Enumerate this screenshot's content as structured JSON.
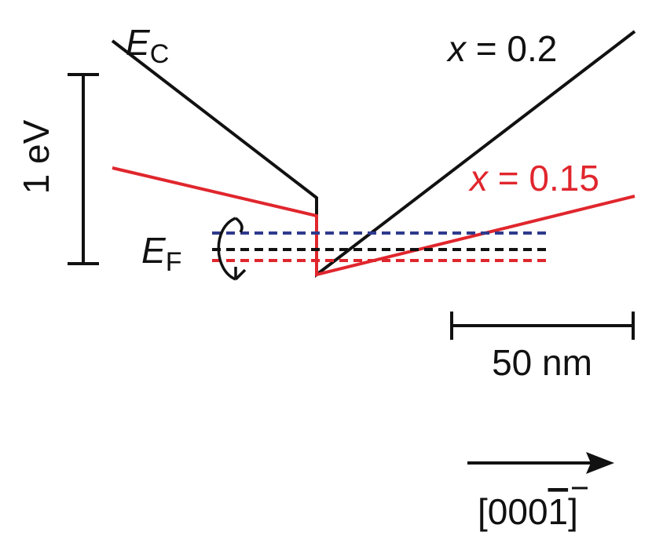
{
  "labels": {
    "ec_main": "E",
    "ec_sub": "C",
    "ef_main": "E",
    "ef_sub": "F",
    "energy_scale": "1 eV",
    "length_scale": "50 nm",
    "direction": "[000",
    "direction_bar_digit": "1",
    "direction_close": "]",
    "series_black_var": "x",
    "series_black_rest": " = 0.2",
    "series_red_var": "x",
    "series_red_rest": " = 0.15"
  },
  "colors": {
    "black": "#111111",
    "red": "#e0262d",
    "blue": "#2e3a8c"
  }
}
